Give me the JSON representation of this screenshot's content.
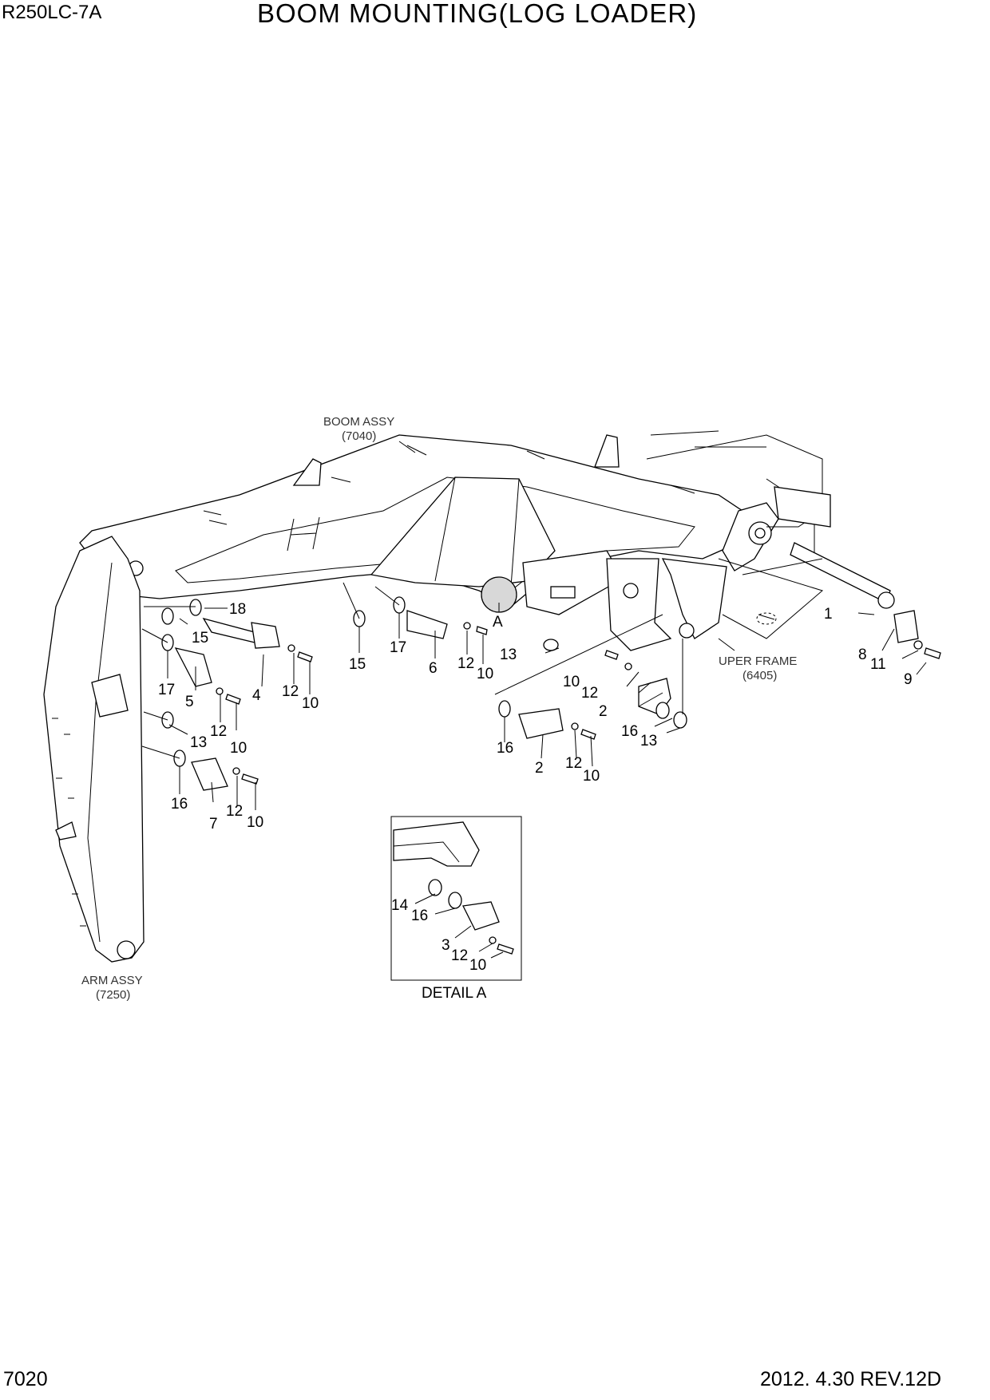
{
  "header": {
    "model": "R250LC-7A",
    "title": "BOOM MOUNTING(LOG LOADER)"
  },
  "footer": {
    "page": "7020",
    "revision": "2012. 4.30  REV.12D"
  },
  "references": {
    "boom_name": "BOOM ASSY",
    "boom_code": "(7040)",
    "arm_name": "ARM ASSY",
    "arm_code": "(7250)",
    "frame_name": "UPER FRAME",
    "frame_code": "(6405)"
  },
  "detail": {
    "marker": "A",
    "caption": "DETAIL A"
  },
  "callouts": [
    "18",
    "15",
    "17",
    "5",
    "4",
    "12",
    "10",
    "12",
    "10",
    "13",
    "12",
    "10",
    "16",
    "7",
    "12",
    "10",
    "15",
    "17",
    "6",
    "12",
    "10",
    "13",
    "10",
    "12",
    "2",
    "16",
    "13",
    "16",
    "2",
    "12",
    "10",
    "1",
    "8",
    "11",
    "9",
    "14",
    "16",
    "3",
    "12",
    "10"
  ]
}
